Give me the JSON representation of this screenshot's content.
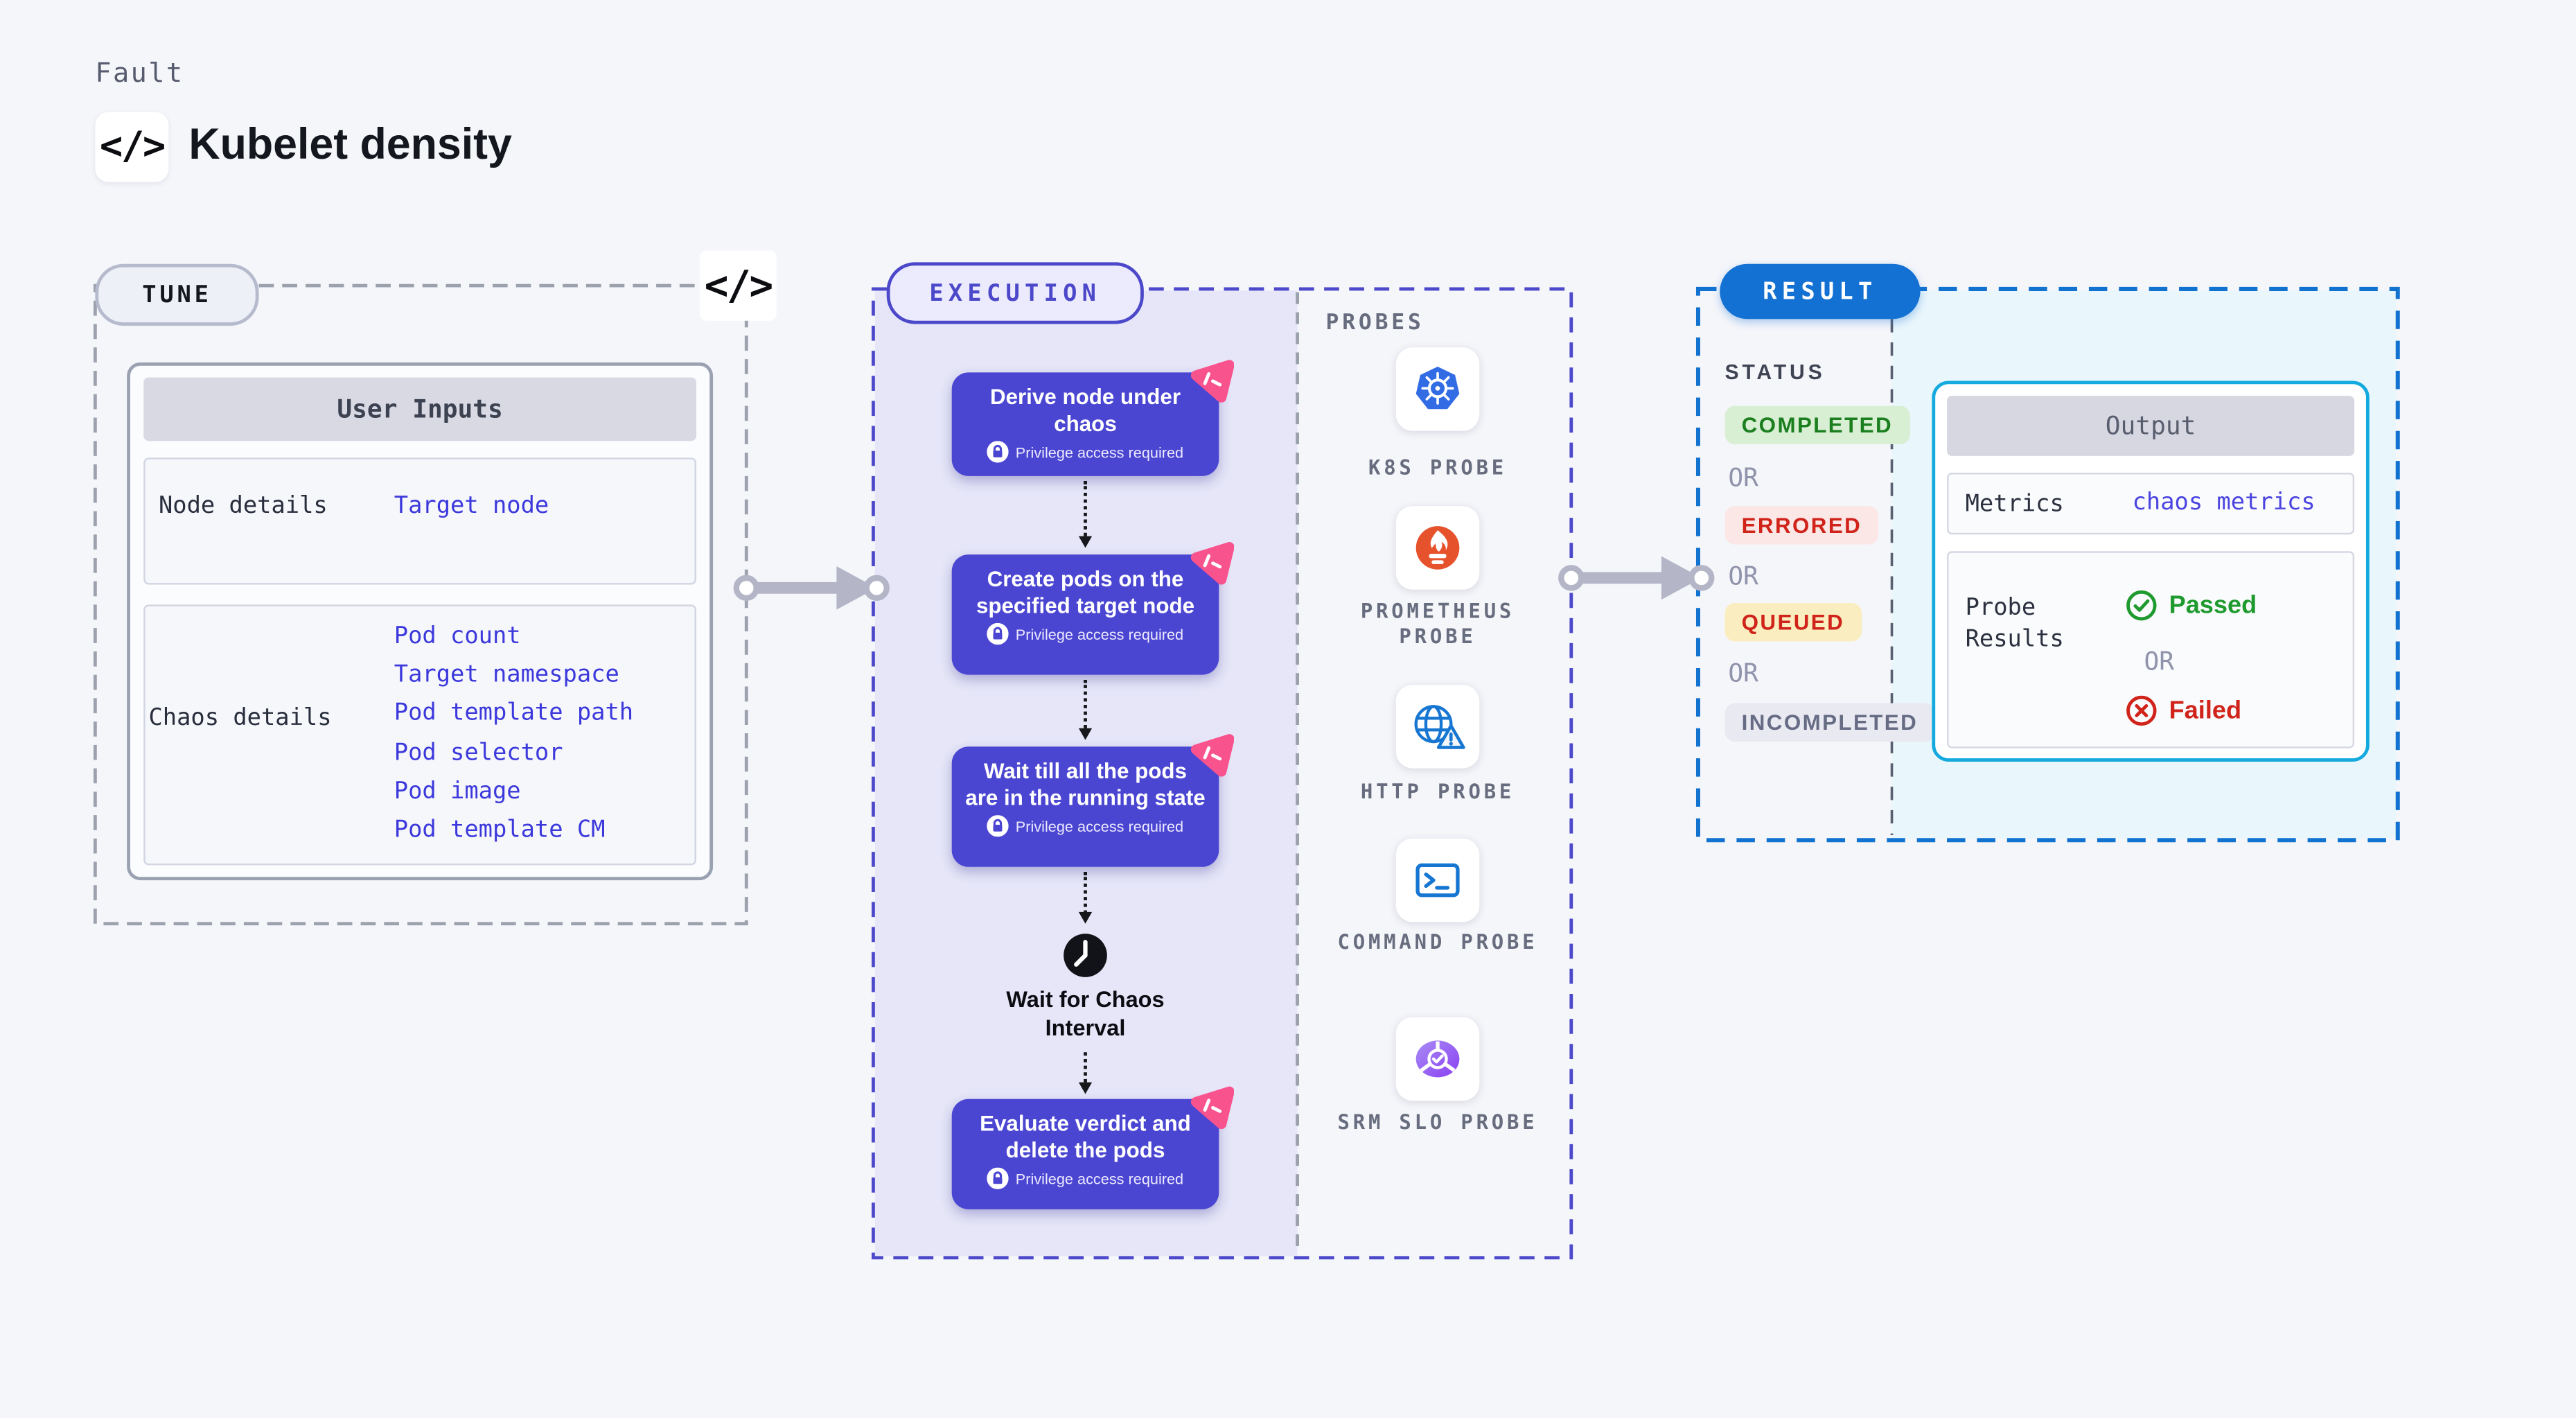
{
  "page": {
    "kicker": "Fault",
    "title": "Kubelet density",
    "code_glyph": "</>"
  },
  "tune": {
    "pill": "TUNE",
    "table": {
      "header": "User Inputs",
      "node_row": {
        "label": "Node details",
        "link": "Target node"
      },
      "chaos_row": {
        "label": "Chaos details",
        "links": [
          "Pod count",
          "Target namespace",
          "Pod template path",
          "Pod selector",
          "Pod image",
          "Pod template CM"
        ]
      }
    }
  },
  "execution": {
    "pill": "EXECUTION",
    "steps": [
      {
        "title": "Derive node under chaos",
        "note": "Privilege access required"
      },
      {
        "title": "Create pods on the specified target node",
        "note": "Privilege access required"
      },
      {
        "title": "Wait till all the pods are in the running state",
        "note": "Privilege access required"
      },
      {
        "title": "Evaluate verdict and delete the pods",
        "note": "Privilege access required"
      }
    ],
    "wait_label": "Wait for Chaos Interval",
    "probes": {
      "heading": "PROBES",
      "items": [
        {
          "label": "K8S PROBE",
          "icon": "kubernetes-icon"
        },
        {
          "label": "PROMETHEUS PROBE",
          "icon": "prometheus-icon"
        },
        {
          "label": "HTTP PROBE",
          "icon": "globe-warning-icon"
        },
        {
          "label": "COMMAND PROBE",
          "icon": "terminal-icon"
        },
        {
          "label": "SRM SLO PROBE",
          "icon": "slo-gauge-icon"
        }
      ]
    }
  },
  "result": {
    "pill": "RESULT",
    "status": {
      "heading": "STATUS",
      "or_label": "OR",
      "badges": [
        {
          "label": "COMPLETED",
          "fg": "#1b7e1f",
          "bg": "#d9efd4"
        },
        {
          "label": "ERRORED",
          "fg": "#d0231a",
          "bg": "#fbe7e5"
        },
        {
          "label": "QUEUED",
          "fg": "#d0231a",
          "bg": "#faeec0"
        },
        {
          "label": "INCOMPLETED",
          "fg": "#676c85",
          "bg": "#e9e9f2"
        }
      ]
    },
    "output": {
      "header": "Output",
      "metrics_label": "Metrics",
      "metrics_value": "chaos metrics",
      "probe_results_label": "Probe Results",
      "passed_label": "Passed",
      "or_label": "OR",
      "failed_label": "Failed"
    }
  },
  "colors": {
    "page_bg": "#f5f6fa",
    "node_indigo": "#4b46d2",
    "execution_fill": "#e6e6f8",
    "execution_border": "#4d49cb",
    "tune_border": "#9ba1ad",
    "result_border": "#1272d0",
    "result_fill": "#e9f6fc",
    "output_card_border": "#15aade",
    "link_blue": "#3c39dc",
    "chaos_badge_pink": "#f9538e",
    "passed_green": "#1f9a2e",
    "failed_red": "#d0231a",
    "kubernetes_blue": "#326ce5",
    "prometheus_orange": "#e6522c",
    "probe_icon_blue": "#1676d2"
  }
}
